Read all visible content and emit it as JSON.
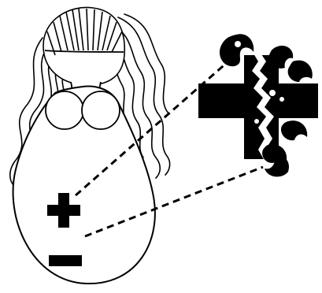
{
  "illustration": {
    "figure": "woman-figure",
    "body_symbols": [
      "plus",
      "minus"
    ],
    "magnified_symbol": "plus",
    "connector_style": "dashed",
    "colors": {
      "ink": "#000000",
      "paper": "#ffffff"
    }
  }
}
